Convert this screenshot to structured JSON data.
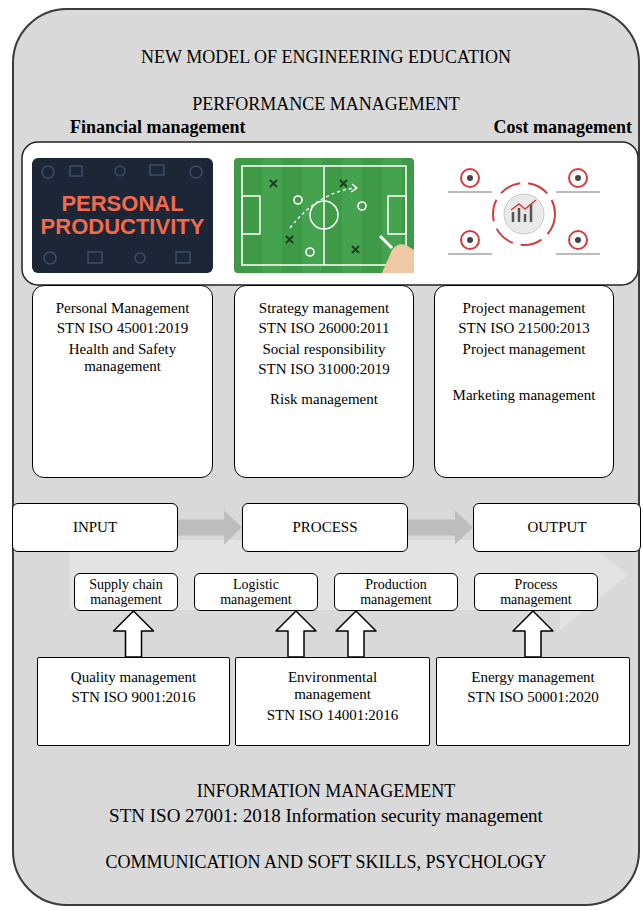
{
  "diagram": {
    "title": "NEW MODEL OF ENGINEERING EDUCATION",
    "nodes": [
      {
        "text": [
          "PERFORMANCE MANAGEMENT",
          "Financial management",
          "Cost management",
          "INFORMATION MANAGEMENT",
          "STN ISO 27001: 2018 Information security management",
          "COMMUNICATION AND SOFT SKILLS, PSYCHOLOGY"
        ]
      },
      {
        "text": [
          "Personal Management",
          "STN ISO 45001:2019",
          "Health and Safety management"
        ],
        "in": 0
      },
      {
        "text": [
          "Strategy management",
          "STN ISO 26000:2011",
          "Social responsibility",
          "STN ISO 31000:2019",
          "Risk management"
        ],
        "in": 0
      },
      {
        "text": [
          "Project management",
          "STN ISO 21500:2013",
          "Project management",
          "Marketing management"
        ],
        "in": 0
      },
      {
        "text": [
          "INPUT"
        ],
        "in": 0
      },
      {
        "text": [
          "PROCESS"
        ],
        "in": 0
      },
      {
        "text": [
          "OUTPUT"
        ],
        "in": 0
      },
      {
        "text": [
          "Supply chain management"
        ],
        "in": 0
      },
      {
        "text": [
          "Logistic management"
        ],
        "in": 0
      },
      {
        "text": [
          "Production management"
        ],
        "in": 0
      },
      {
        "text": [
          "Process management"
        ],
        "in": 0
      },
      {
        "text": [
          "Quality management",
          "STN ISO 9001:2016"
        ],
        "in": 0
      },
      {
        "text": [
          "Environmental management",
          "STN ISO 14001:2016"
        ],
        "in": 0
      },
      {
        "text": [
          "Energy management",
          "STN ISO 50001:2020"
        ],
        "in": 0
      }
    ],
    "edges": [
      {
        "from": 4,
        "to": 5,
        "arrow": "to"
      },
      {
        "from": 5,
        "to": 6,
        "arrow": "to"
      },
      {
        "from": 11,
        "to": 7,
        "arrow": "to"
      },
      {
        "from": 12,
        "to": 8,
        "arrow": "to"
      },
      {
        "from": 12,
        "to": 9,
        "arrow": "to"
      },
      {
        "from": 13,
        "to": 10,
        "arrow": "to"
      }
    ],
    "labels": [
      "PERSONAL PRODUCTIVITY"
    ]
  }
}
